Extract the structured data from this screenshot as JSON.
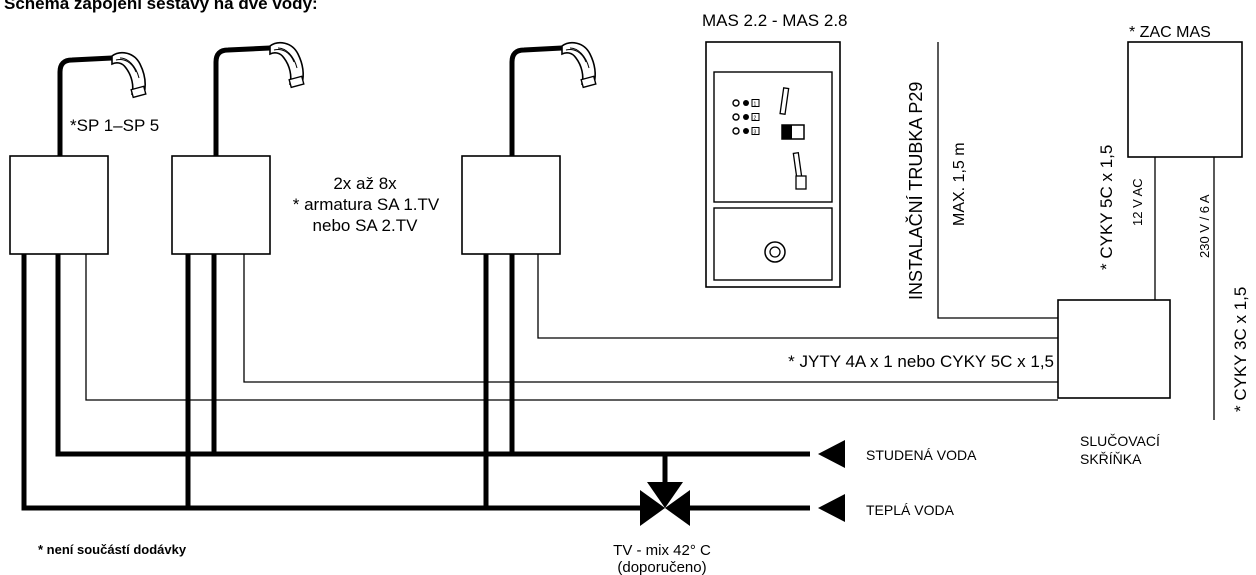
{
  "title": "Schéma zapojení sestavy na dvě vody:",
  "labels": {
    "sp": "*SP 1–SP 5",
    "armatura_line1": "2x až 8x",
    "armatura_line2": "* armatura SA 1.TV",
    "armatura_line3": "nebo SA 2.TV",
    "mas": "MAS 2.2 - MAS 2.8",
    "zac": "* ZAC MAS",
    "instalacni": "INSTALAČNÍ TRUBKA P29",
    "max": "MAX. 1,5 m",
    "cyky5c": "* CYKY 5C x 1,5",
    "v12": "12 V AC",
    "v230": "230 V / 6 A",
    "cyky3c": "* CYKY 3C x 1,5",
    "jyty": "* JYTY 4A x 1 nebo CYKY 5C x 1,5",
    "slucovaci_line1": "SLUČOVACÍ",
    "slucovaci_line2": "SKŘÍŇKA",
    "studena": "STUDENÁ VODA",
    "tepla": "TEPLÁ VODA",
    "tv_mix_line1": "TV - mix 42° C",
    "tv_mix_line2": "(doporučeno)",
    "footnote": "* není součástí dodávky"
  },
  "mas_panel": {
    "indicator_labels": [
      "1",
      "2",
      "3"
    ]
  }
}
